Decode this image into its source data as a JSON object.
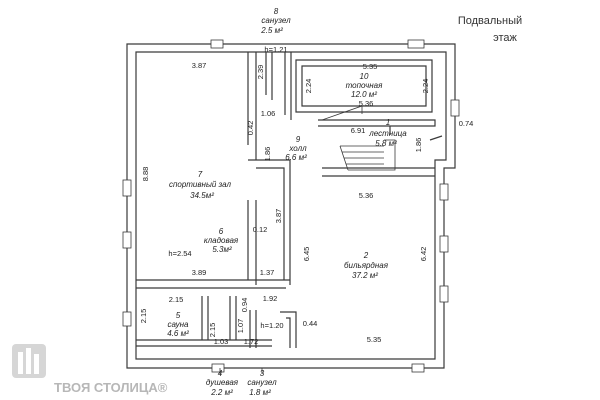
{
  "title": {
    "line1": "Подвальный",
    "line2": "этаж"
  },
  "brand": {
    "text": "ТВОЯ СТОЛИЦА®"
  },
  "rooms": {
    "sanuzel_top": {
      "num": "8",
      "name": "санузел",
      "area": "2.5 м²"
    },
    "topochnaya": {
      "num": "10",
      "name": "топочная",
      "area": "12.0 м²"
    },
    "holl": {
      "num": "9",
      "name": "холл",
      "area": "6.6 м²"
    },
    "lestnica": {
      "num": "1",
      "name": "лестница",
      "area": "5.8 м²"
    },
    "sportzal": {
      "num": "7",
      "name": "спортивный зал",
      "area": "34.5м²"
    },
    "kladovaya": {
      "num": "6",
      "name": "кладовая",
      "area": "5.3м²"
    },
    "bilyardnaya": {
      "num": "2",
      "name": "бильярдная",
      "area": "37.2 м²"
    },
    "sauna": {
      "num": "5",
      "name": "сауна",
      "area": "4.6 м²"
    },
    "dushevaya": {
      "num": "4",
      "name": "душевая",
      "area": "2.2 м²"
    },
    "sanuzel_bottom": {
      "num": "3",
      "name": "санузел",
      "area": "1.8 м²"
    }
  },
  "dims": {
    "h_121": "h=1.21",
    "d_387": "3.87",
    "d_239": "2.39",
    "d_535": "5.35",
    "d_224a": "2.24",
    "d_224b": "2.24",
    "d_536a": "5.36",
    "d_106": "1.06",
    "d_042": "0.42",
    "d_691": "6.91",
    "d_186a": "1.86",
    "d_074": "0.74",
    "d_186b": "1.86",
    "d_888": "8.88",
    "d_536b": "5.36",
    "d_387v": "3.87",
    "d_012": "0.12",
    "d_645": "6.45",
    "d_642": "6.42",
    "h_254": "h=2.54",
    "d_389": "3.89",
    "d_137": "1.37",
    "d_215a": "2.15",
    "d_094": "0.94",
    "d_192": "1.92",
    "d_215b": "2.15",
    "d_215c": "2.15",
    "d_107": "1.07",
    "h_120": "h=1.20",
    "d_044": "0.44",
    "d_103": "1.03",
    "d_172": "1.72",
    "d_535b": "5.35"
  }
}
